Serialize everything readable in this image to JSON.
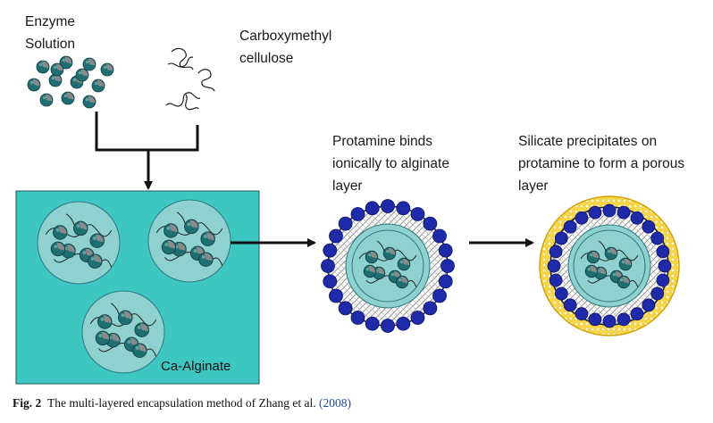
{
  "labels": {
    "enzyme_solution": "Enzyme\nSolution",
    "carboxymethyl_cellulose": "Carboxymethyl\ncellulose",
    "protamine_binds": "Protamine binds\nionically to alginate\nlayer",
    "silicate_precipitates": "Silicate precipitates on\nprotamine to form a porous\nlayer",
    "ca_alginate": "Ca-Alginate"
  },
  "caption": {
    "number": "Fig. 2",
    "text": "The multi-layered encapsulation method of Zhang et al.",
    "reference": "(2008)"
  },
  "colors": {
    "alginate_bg": "#3ec6c3",
    "bead_fill": "#8fd0d0",
    "enzyme_teal": "#1f6e72",
    "enzyme_gray": "#8a8a8a",
    "protamine_blue": "#1f2aa8",
    "silicate_yellow": "#f3cd2c",
    "arrow": "#111111"
  }
}
